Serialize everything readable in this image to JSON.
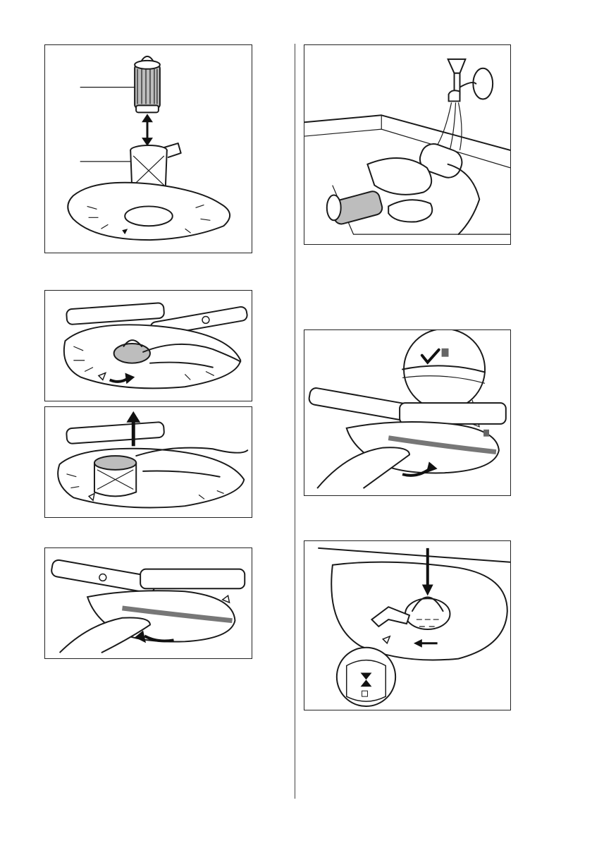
{
  "page": {
    "panels": [
      {
        "id": "filter-parts",
        "icon": "filter-assembly-icon"
      },
      {
        "id": "rinse-filter",
        "icon": "tap-water-icon"
      },
      {
        "id": "turn-filter",
        "icon": "rotate-arrow-icon"
      },
      {
        "id": "lift-filter",
        "icon": "up-arrow-icon"
      },
      {
        "id": "check-spray-arm",
        "icon": "checkmark-icon"
      },
      {
        "id": "rotate-spray-arm",
        "icon": "rotate-arrow-icon"
      },
      {
        "id": "reinsert-filter",
        "icon": "down-arrow-icon"
      }
    ]
  }
}
